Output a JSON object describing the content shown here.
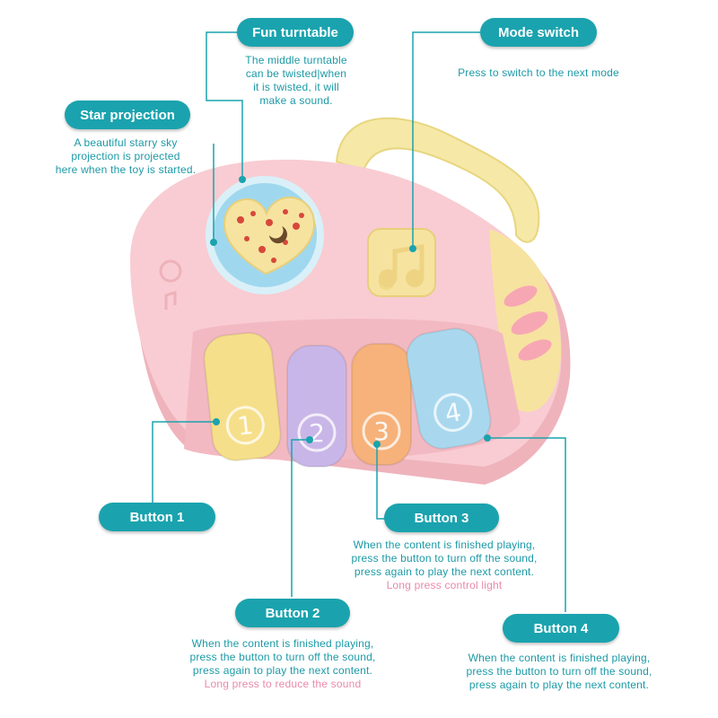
{
  "callouts": {
    "fun_turntable": {
      "title": "Fun turntable",
      "lines": [
        "The middle turntable",
        "can be twisted|when",
        "it is twisted, it will",
        "make a sound."
      ]
    },
    "mode_switch": {
      "title": "Mode switch",
      "lines": [
        "Press to switch to the next mode"
      ]
    },
    "star_projection": {
      "title": "Star projection",
      "lines": [
        "A beautiful starry sky",
        "projection is projected",
        "here when the toy is started."
      ]
    },
    "button1": {
      "title": "Button 1"
    },
    "button2": {
      "title": "Button 2",
      "lines": [
        "When the content is finished playing,",
        "press the button to turn off the sound,",
        "press again to play the next content."
      ],
      "note": "Long press to reduce the sound"
    },
    "button3": {
      "title": "Button 3",
      "lines": [
        "When the content is finished playing,",
        "press the button to turn off the sound,",
        "press again to play the next content."
      ],
      "note": "Long press control light"
    },
    "button4": {
      "title": "Button 4",
      "lines": [
        "When the content is finished playing,",
        "press the button to turn off the sound,",
        "press again to play the next content."
      ]
    }
  },
  "keys": [
    {
      "number": "1",
      "color": "#f6df8a"
    },
    {
      "number": "2",
      "color": "#c9b6e8"
    },
    {
      "number": "3",
      "color": "#f6b27a"
    },
    {
      "number": "4",
      "color": "#a9d8ee"
    }
  ],
  "colors": {
    "accent": "#1aa3ae",
    "note_pink": "#e88aa8",
    "toy_body": "#f7c9cf",
    "handle": "#f6e8a6"
  }
}
